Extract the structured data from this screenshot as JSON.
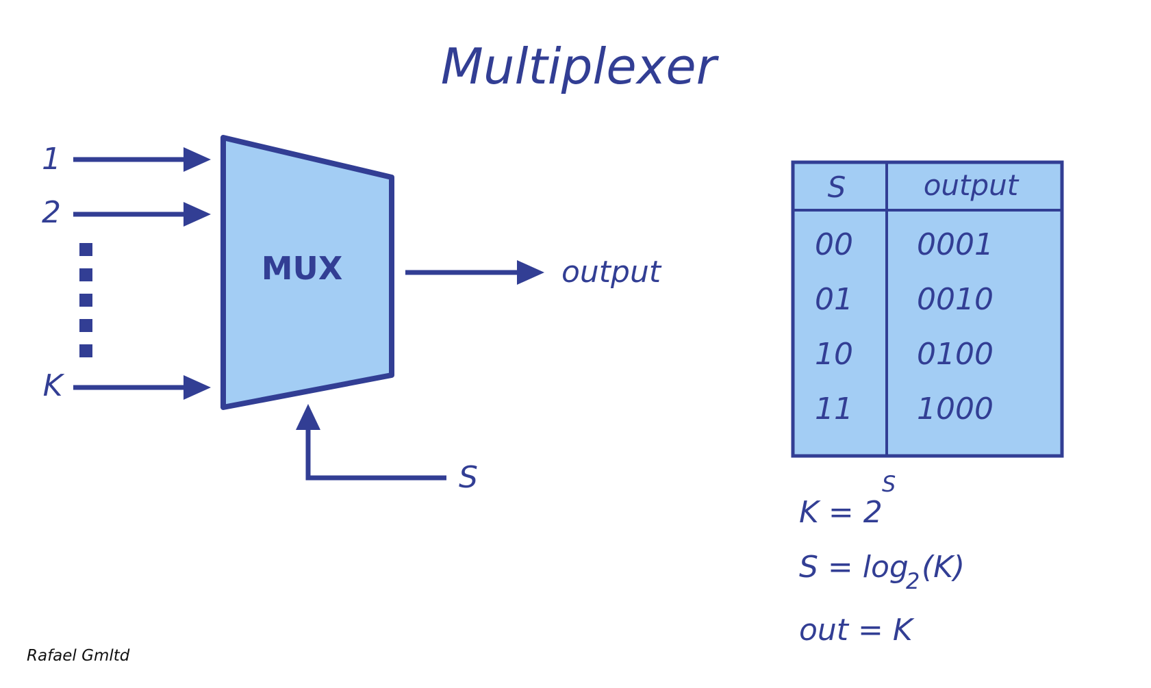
{
  "title": "Multiplexer",
  "colors": {
    "stroke": "#323e94",
    "fill": "#a3cdf4",
    "text": "#323e94",
    "credit": "#111111"
  },
  "inputs": {
    "first": "1",
    "second": "2",
    "last": "K"
  },
  "mux_label": "MUX",
  "output_label": "output",
  "select_label": "S",
  "table": {
    "headers": [
      "S",
      "output"
    ],
    "rows": [
      [
        "00",
        "0001"
      ],
      [
        "01",
        "0010"
      ],
      [
        "10",
        "0100"
      ],
      [
        "11",
        "1000"
      ]
    ]
  },
  "formulas": {
    "k_base": "K = 2",
    "k_exp": "S",
    "s_pre": "S = log",
    "s_sub": "2",
    "s_post": "(K)",
    "out": "out = K"
  },
  "credit": "Rafael Gmltd"
}
